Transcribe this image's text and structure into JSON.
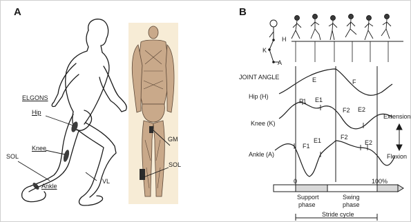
{
  "panelA": {
    "letter": "A",
    "elgons_label": "ELGONS",
    "hip_label": "Hip",
    "knee_label": "Knee",
    "ankle_label": "Ankle",
    "sol_left_label": "SOL",
    "vl_label": "VL",
    "gm_label": "GM",
    "sol_right_label": "SOL"
  },
  "panelB": {
    "letter": "B",
    "stick_h": "H",
    "stick_k": "K",
    "stick_a": "A",
    "joint_angle_title": "JOINT ANGLE",
    "hip_row": "Hip (H)",
    "knee_row": "Knee (K)",
    "ankle_row": "Ankle (A)",
    "hip_e": "E",
    "hip_f": "F",
    "knee_f1": "F1",
    "knee_e1": "E1",
    "knee_f2": "F2",
    "knee_e2": "E2",
    "ankle_f1": "F1",
    "ankle_e1": "E1",
    "ankle_f2": "F2",
    "ankle_e2": "E2",
    "extension": "Extension",
    "flexion": "Flexion",
    "zero": "0",
    "hundred": "100%",
    "support_phase_1": "Support",
    "support_phase_2": "phase",
    "swing_phase_1": "Swing",
    "swing_phase_2": "phase",
    "stride_cycle": "Stride cycle"
  },
  "colors": {
    "line": "#1a1a1a",
    "phase_bar_fill": "#d9d9d9",
    "muscle_plate": "#f7ecd6"
  }
}
